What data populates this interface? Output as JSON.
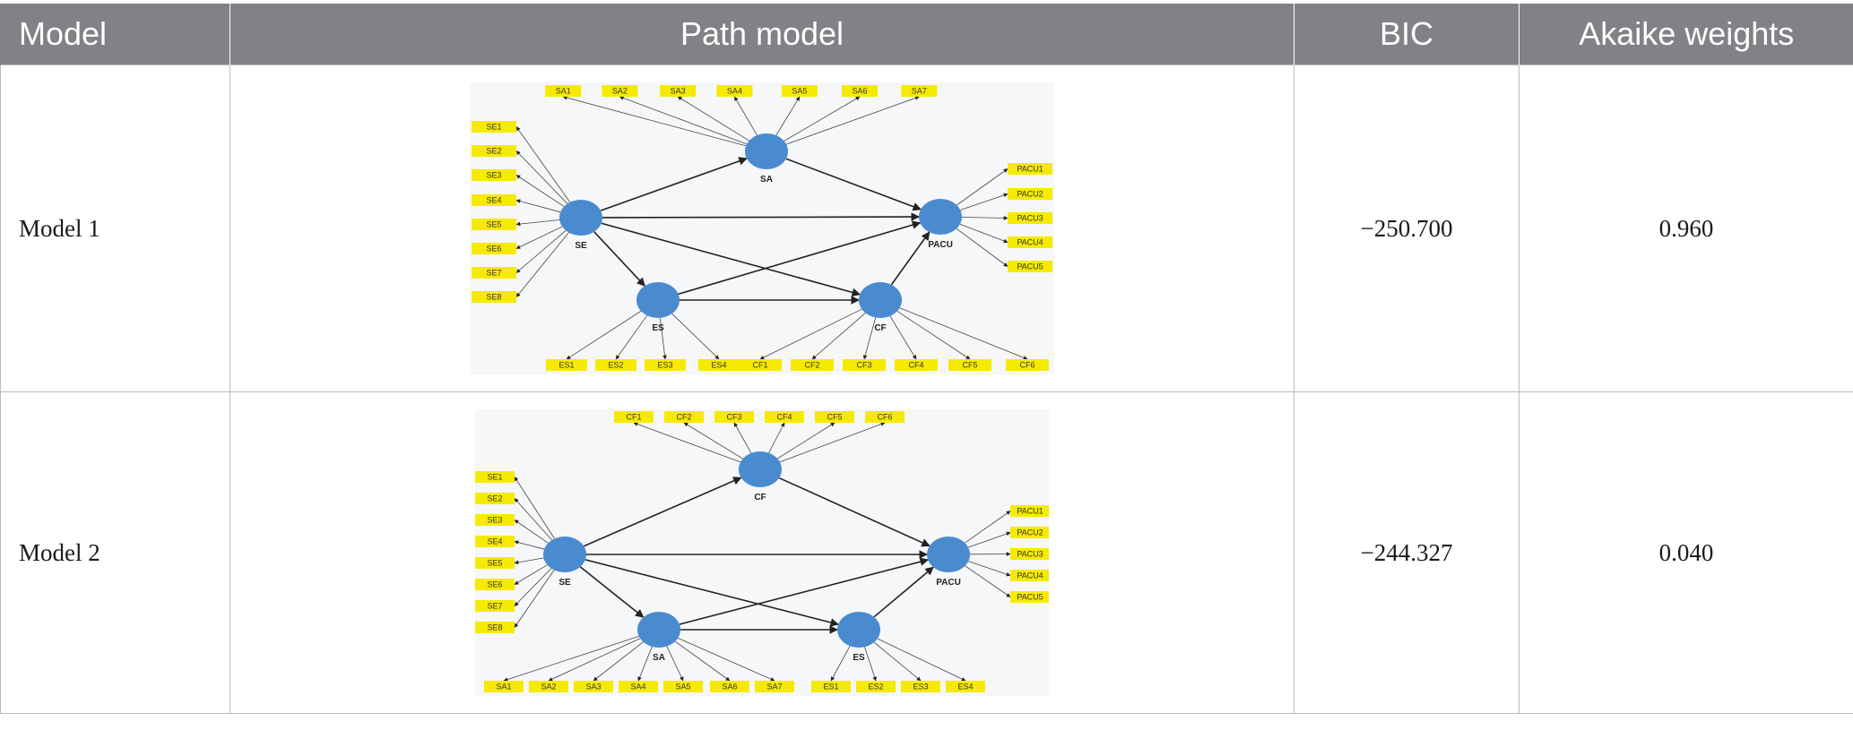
{
  "table": {
    "headers": {
      "model": "Model",
      "path_model": "Path model",
      "bic": "BIC",
      "akaike": "Akaike weights"
    },
    "rows": [
      {
        "model": "Model 1",
        "bic": "−250.700",
        "akaike": "0.960",
        "diagram": {
          "latents": [
            "SE",
            "SA",
            "PACU",
            "ES",
            "CF"
          ],
          "indicators": {
            "SA": [
              "SA1",
              "SA2",
              "SA3",
              "SA4",
              "SA5",
              "SA6",
              "SA7"
            ],
            "SE": [
              "SE1",
              "SE2",
              "SE3",
              "SE4",
              "SE5",
              "SE6",
              "SE7",
              "SE8"
            ],
            "PACU": [
              "PACU1",
              "PACU2",
              "PACU3",
              "PACU4",
              "PACU5"
            ],
            "ES": [
              "ES1",
              "ES2",
              "ES3",
              "ES4"
            ],
            "CF": [
              "CF1",
              "CF2",
              "CF3",
              "CF4",
              "CF5",
              "CF6"
            ]
          }
        }
      },
      {
        "model": "Model 2",
        "bic": "−244.327",
        "akaike": "0.040",
        "diagram": {
          "latents": [
            "SE",
            "CF",
            "PACU",
            "SA",
            "ES"
          ],
          "indicators": {
            "CF": [
              "CF1",
              "CF2",
              "CF3",
              "CF4",
              "CF5",
              "CF6"
            ],
            "SE": [
              "SE1",
              "SE2",
              "SE3",
              "SE4",
              "SE5",
              "SE6",
              "SE7",
              "SE8"
            ],
            "PACU": [
              "PACU1",
              "PACU2",
              "PACU3",
              "PACU4",
              "PACU5"
            ],
            "SA": [
              "SA1",
              "SA2",
              "SA3",
              "SA4",
              "SA5",
              "SA6",
              "SA7"
            ],
            "ES": [
              "ES1",
              "ES2",
              "ES3",
              "ES4"
            ]
          }
        }
      }
    ]
  }
}
